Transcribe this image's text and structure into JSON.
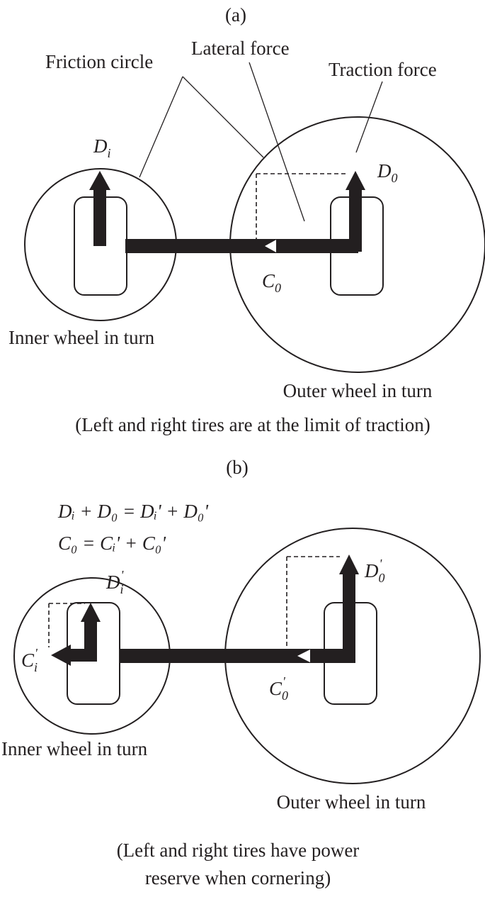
{
  "panel_a": {
    "tag": "(a)",
    "friction_circle_label": "Friction circle",
    "lateral_force_label": "Lateral force",
    "traction_force_label": "Traction force",
    "Di": {
      "main": "D",
      "sub": "i"
    },
    "D0": {
      "main": "D",
      "sub": "0"
    },
    "C0": {
      "main": "C",
      "sub": "0"
    },
    "inner_wheel_label": "Inner wheel in turn",
    "outer_wheel_label": "Outer wheel in turn",
    "caption": "(Left and right tires are at the limit of traction)"
  },
  "panel_b": {
    "tag": "(b)",
    "eq1": "Dᵢ + D₀ = Dᵢ' + D₀'",
    "eq2": "C₀ = Cᵢ' + C₀'",
    "Di_prime": {
      "main": "D",
      "sub": "i",
      "prime": "'"
    },
    "D0_prime": {
      "main": "D",
      "sub": "0",
      "prime": "'"
    },
    "Ci_prime": {
      "main": "C",
      "sub": "i",
      "prime": "'"
    },
    "C0_prime": {
      "main": "C",
      "sub": "0",
      "prime": "'"
    },
    "inner_wheel_label": "Inner wheel in turn",
    "outer_wheel_label": "Outer wheel in turn",
    "caption_line1": "(Left and right tires have power",
    "caption_line2": "reserve when cornering)"
  },
  "colors": {
    "ink": "#231f20",
    "background": "#ffffff"
  }
}
